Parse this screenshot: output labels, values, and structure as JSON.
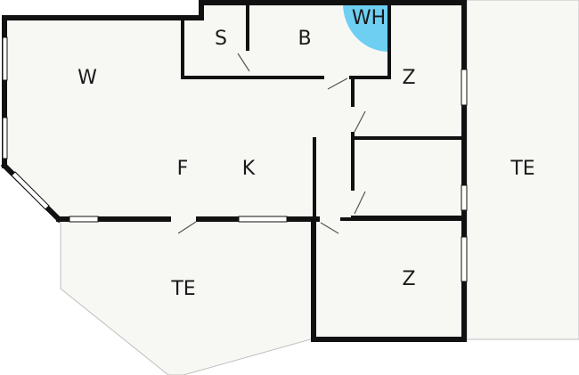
{
  "colors": {
    "floor": "#f7f8f4",
    "wall": "#111111",
    "window": "#ffffff",
    "accent": "#6ecff2"
  },
  "rooms": {
    "s": "S",
    "b": "B",
    "wh": "WH",
    "w": "W",
    "z_upper": "Z",
    "f": "F",
    "k": "K",
    "te_right": "TE",
    "te_lower": "TE",
    "z_lower": "Z"
  }
}
